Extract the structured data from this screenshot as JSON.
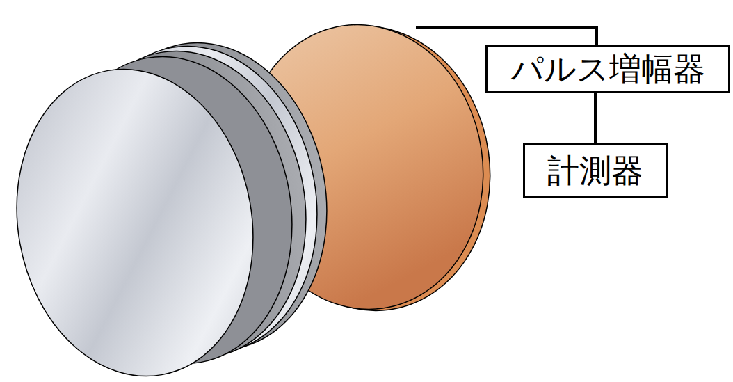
{
  "diagram": {
    "nodes": [
      {
        "text": [
          "パルス増幅器"
        ]
      },
      {
        "text": [
          "計測器"
        ]
      }
    ],
    "edges": [
      {
        "from": 0,
        "to": 1,
        "arrow": "none"
      }
    ]
  }
}
